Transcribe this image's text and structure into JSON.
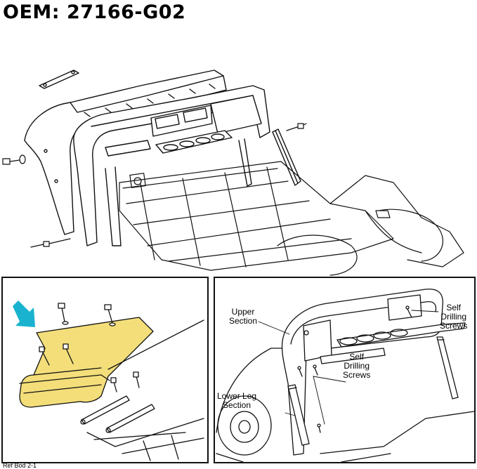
{
  "header": {
    "title": "OEM: 27166-G02"
  },
  "detail_right": {
    "callouts": {
      "upper_section": "Upper\nSection",
      "lower_leg_section": "Lower Leg\nSection",
      "self_drilling_screws_center": "Self\nDrilling\nScrews",
      "self_drilling_screws_right": "Self\nDrilling\nScrews"
    }
  },
  "footer": {
    "reference": "Ref Bod 2-1"
  },
  "colors": {
    "highlight_part": "#f3de7a",
    "arrow": "#19b3cf",
    "line": "#111111"
  },
  "icons": [
    "pointer-arrow-icon",
    "screw-icon",
    "bolt-icon",
    "washer-icon"
  ]
}
